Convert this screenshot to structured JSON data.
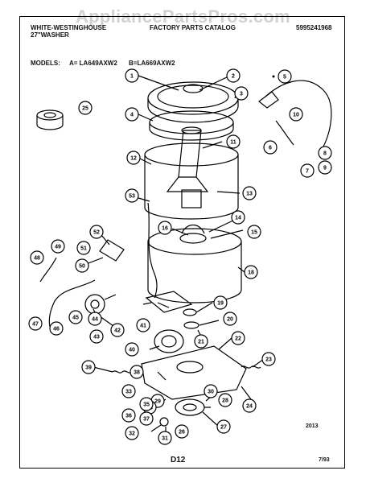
{
  "watermark": "AppliancePartsPros.com",
  "header": {
    "brand_line1": "WHITE-WESTINGHOUSE",
    "brand_line2": "27\"WASHER",
    "catalog": "FACTORY PARTS CATALOG",
    "catalog_number": "5995241968",
    "models_label": "MODELS:",
    "model_a": "A= LA649AXW2",
    "model_b": "B=LA669AXW2"
  },
  "footer": {
    "page_code": "2013",
    "page_number": "D12",
    "date": "7/93"
  },
  "callouts": [
    "1",
    "2",
    "3",
    "4",
    "5",
    "6",
    "7",
    "8",
    "9",
    "10",
    "11",
    "12",
    "13",
    "14",
    "15",
    "16",
    "18",
    "19",
    "20",
    "21",
    "22",
    "23",
    "24",
    "25",
    "26",
    "27",
    "28",
    "29",
    "30",
    "31",
    "32",
    "33",
    "34",
    "35",
    "36",
    "37",
    "38",
    "39",
    "40",
    "41",
    "42",
    "43",
    "44",
    "45",
    "46",
    "47",
    "48",
    "49",
    "50",
    "51",
    "52",
    "53"
  ]
}
